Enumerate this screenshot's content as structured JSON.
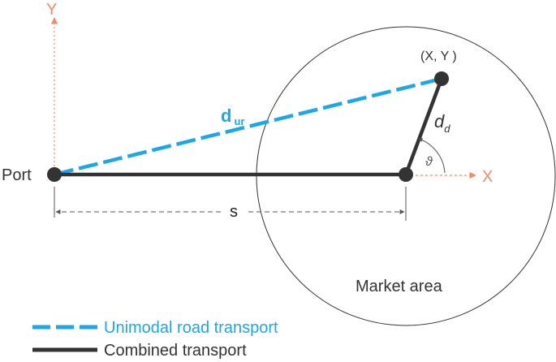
{
  "axes": {
    "y_label": "Y",
    "x_label": "X"
  },
  "nodes": {
    "port_label": "Port",
    "destination_label": "(X, Y )"
  },
  "lines": {
    "unimodal_label_main": "d",
    "unimodal_label_sub": "ur",
    "combined_label_main": "d",
    "combined_label_sub": "d",
    "distance_label": "s",
    "angle_label": "ϑ"
  },
  "region": {
    "label": "Market area"
  },
  "legend": {
    "unimodal": "Unimodal road transport",
    "combined": "Combined transport"
  },
  "colors": {
    "unimodal": "#1fa6e6",
    "combined": "#333333",
    "axis": "#f08a6c",
    "dimension": "#555555"
  }
}
